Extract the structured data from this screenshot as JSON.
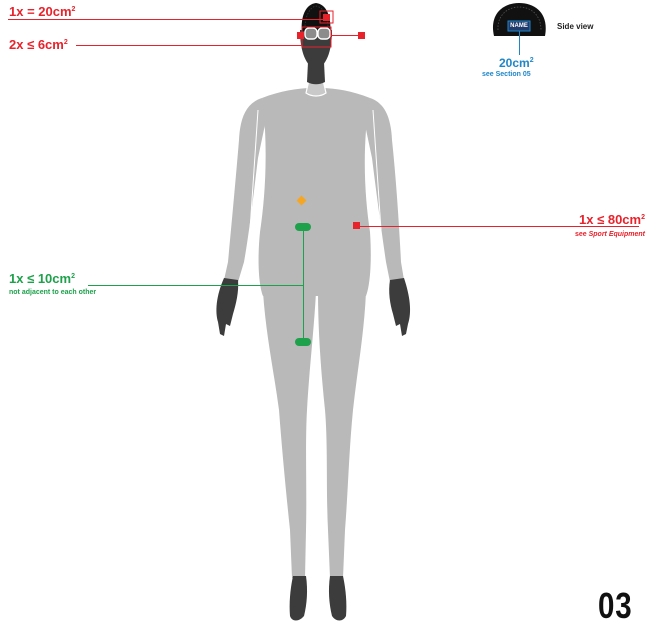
{
  "labels": {
    "cap_logo": {
      "text": "1x = 20cm",
      "sup": "2"
    },
    "goggles": {
      "text": "2x ≤ 6cm",
      "sup": "2"
    },
    "side_view": {
      "caption": "Side view",
      "name_tag": "NAME",
      "area": "20cm",
      "area_sup": "2",
      "note": "see Section 05"
    },
    "torso": {
      "text": "1x ≤ 80cm",
      "sup": "2",
      "note_prefix": "see ",
      "note_emph": "Sport Equipment"
    },
    "leg": {
      "text": "1x ≤ 10cm",
      "sup": "2",
      "note": "not adjacent to each other"
    }
  },
  "page_number": "03",
  "colors": {
    "red": "#e8222b",
    "green": "#1ea14b",
    "blue": "#1f86c8",
    "orange": "#f5a623",
    "suit_gray": "#b9b9b9",
    "skin_dark": "#3c3c3c",
    "cap_black": "#111111"
  }
}
